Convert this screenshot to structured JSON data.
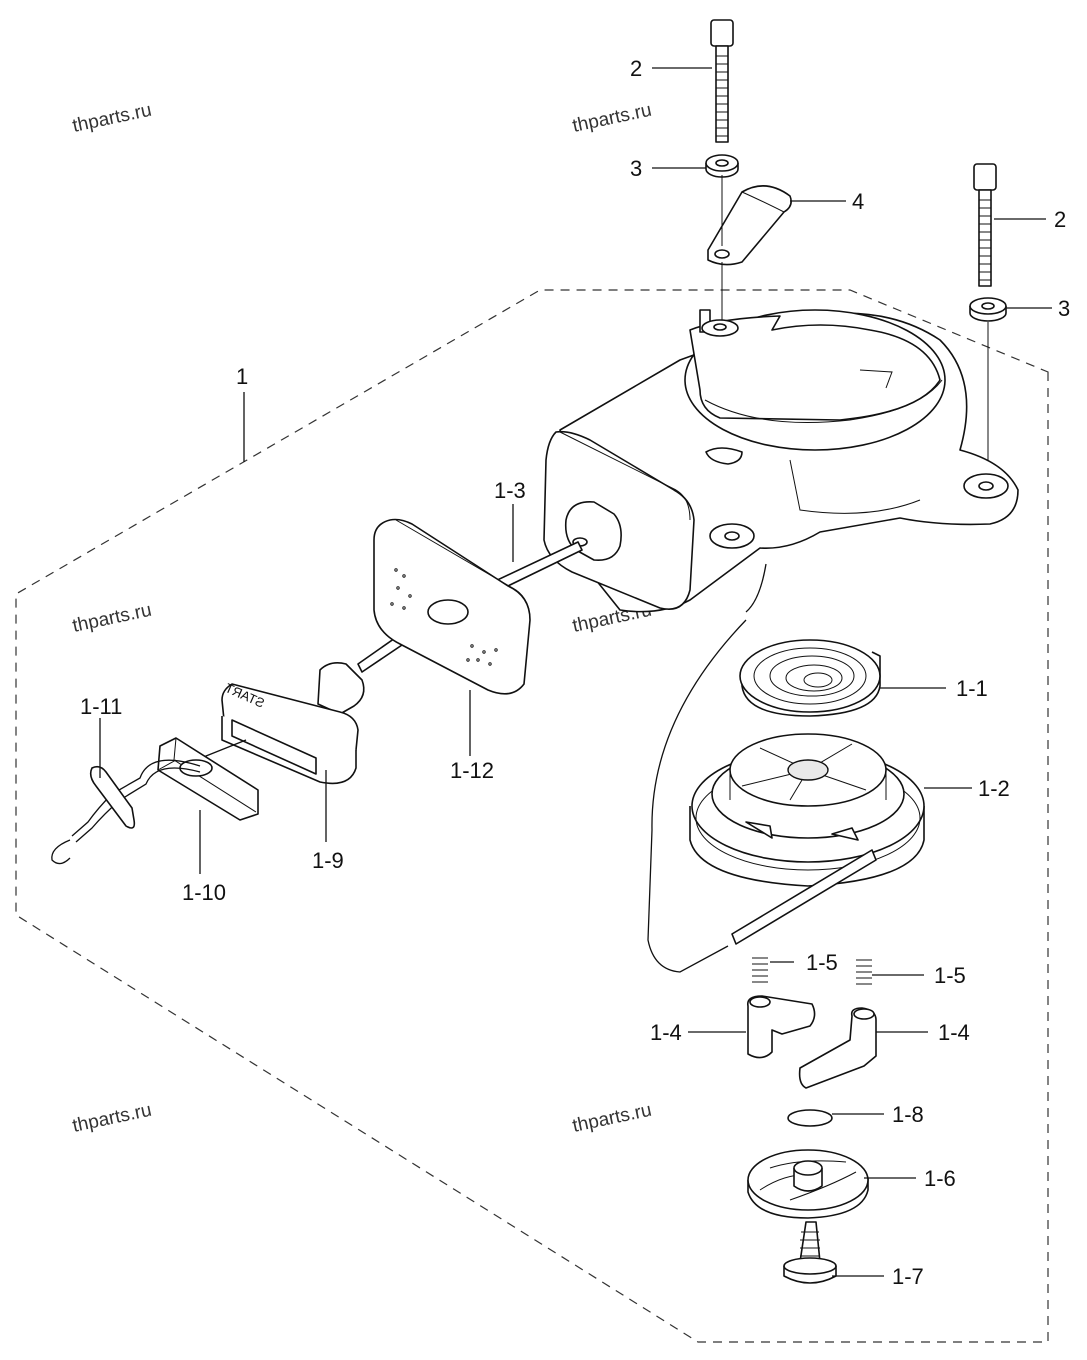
{
  "watermark": "thparts.ru",
  "grip_text": "START",
  "callouts": [
    {
      "id": "bolt-upper",
      "label": "2"
    },
    {
      "id": "washer-upper",
      "label": "3"
    },
    {
      "id": "bracket",
      "label": "4"
    },
    {
      "id": "bolt-right",
      "label": "2"
    },
    {
      "id": "washer-right",
      "label": "3"
    },
    {
      "id": "assembly",
      "label": "1"
    },
    {
      "id": "rope",
      "label": "1-3"
    },
    {
      "id": "spring",
      "label": "1-1"
    },
    {
      "id": "reel",
      "label": "1-2"
    },
    {
      "id": "cover-plate",
      "label": "1-12"
    },
    {
      "id": "clip",
      "label": "1-11"
    },
    {
      "id": "grip",
      "label": "1-9"
    },
    {
      "id": "rope-guide",
      "label": "1-10"
    },
    {
      "id": "pawl-spring-left",
      "label": "1-5"
    },
    {
      "id": "pawl-spring-right",
      "label": "1-5"
    },
    {
      "id": "pawl-left",
      "label": "1-4"
    },
    {
      "id": "pawl-right",
      "label": "1-4"
    },
    {
      "id": "ring",
      "label": "1-8"
    },
    {
      "id": "friction-plate",
      "label": "1-6"
    },
    {
      "id": "screw",
      "label": "1-7"
    }
  ]
}
